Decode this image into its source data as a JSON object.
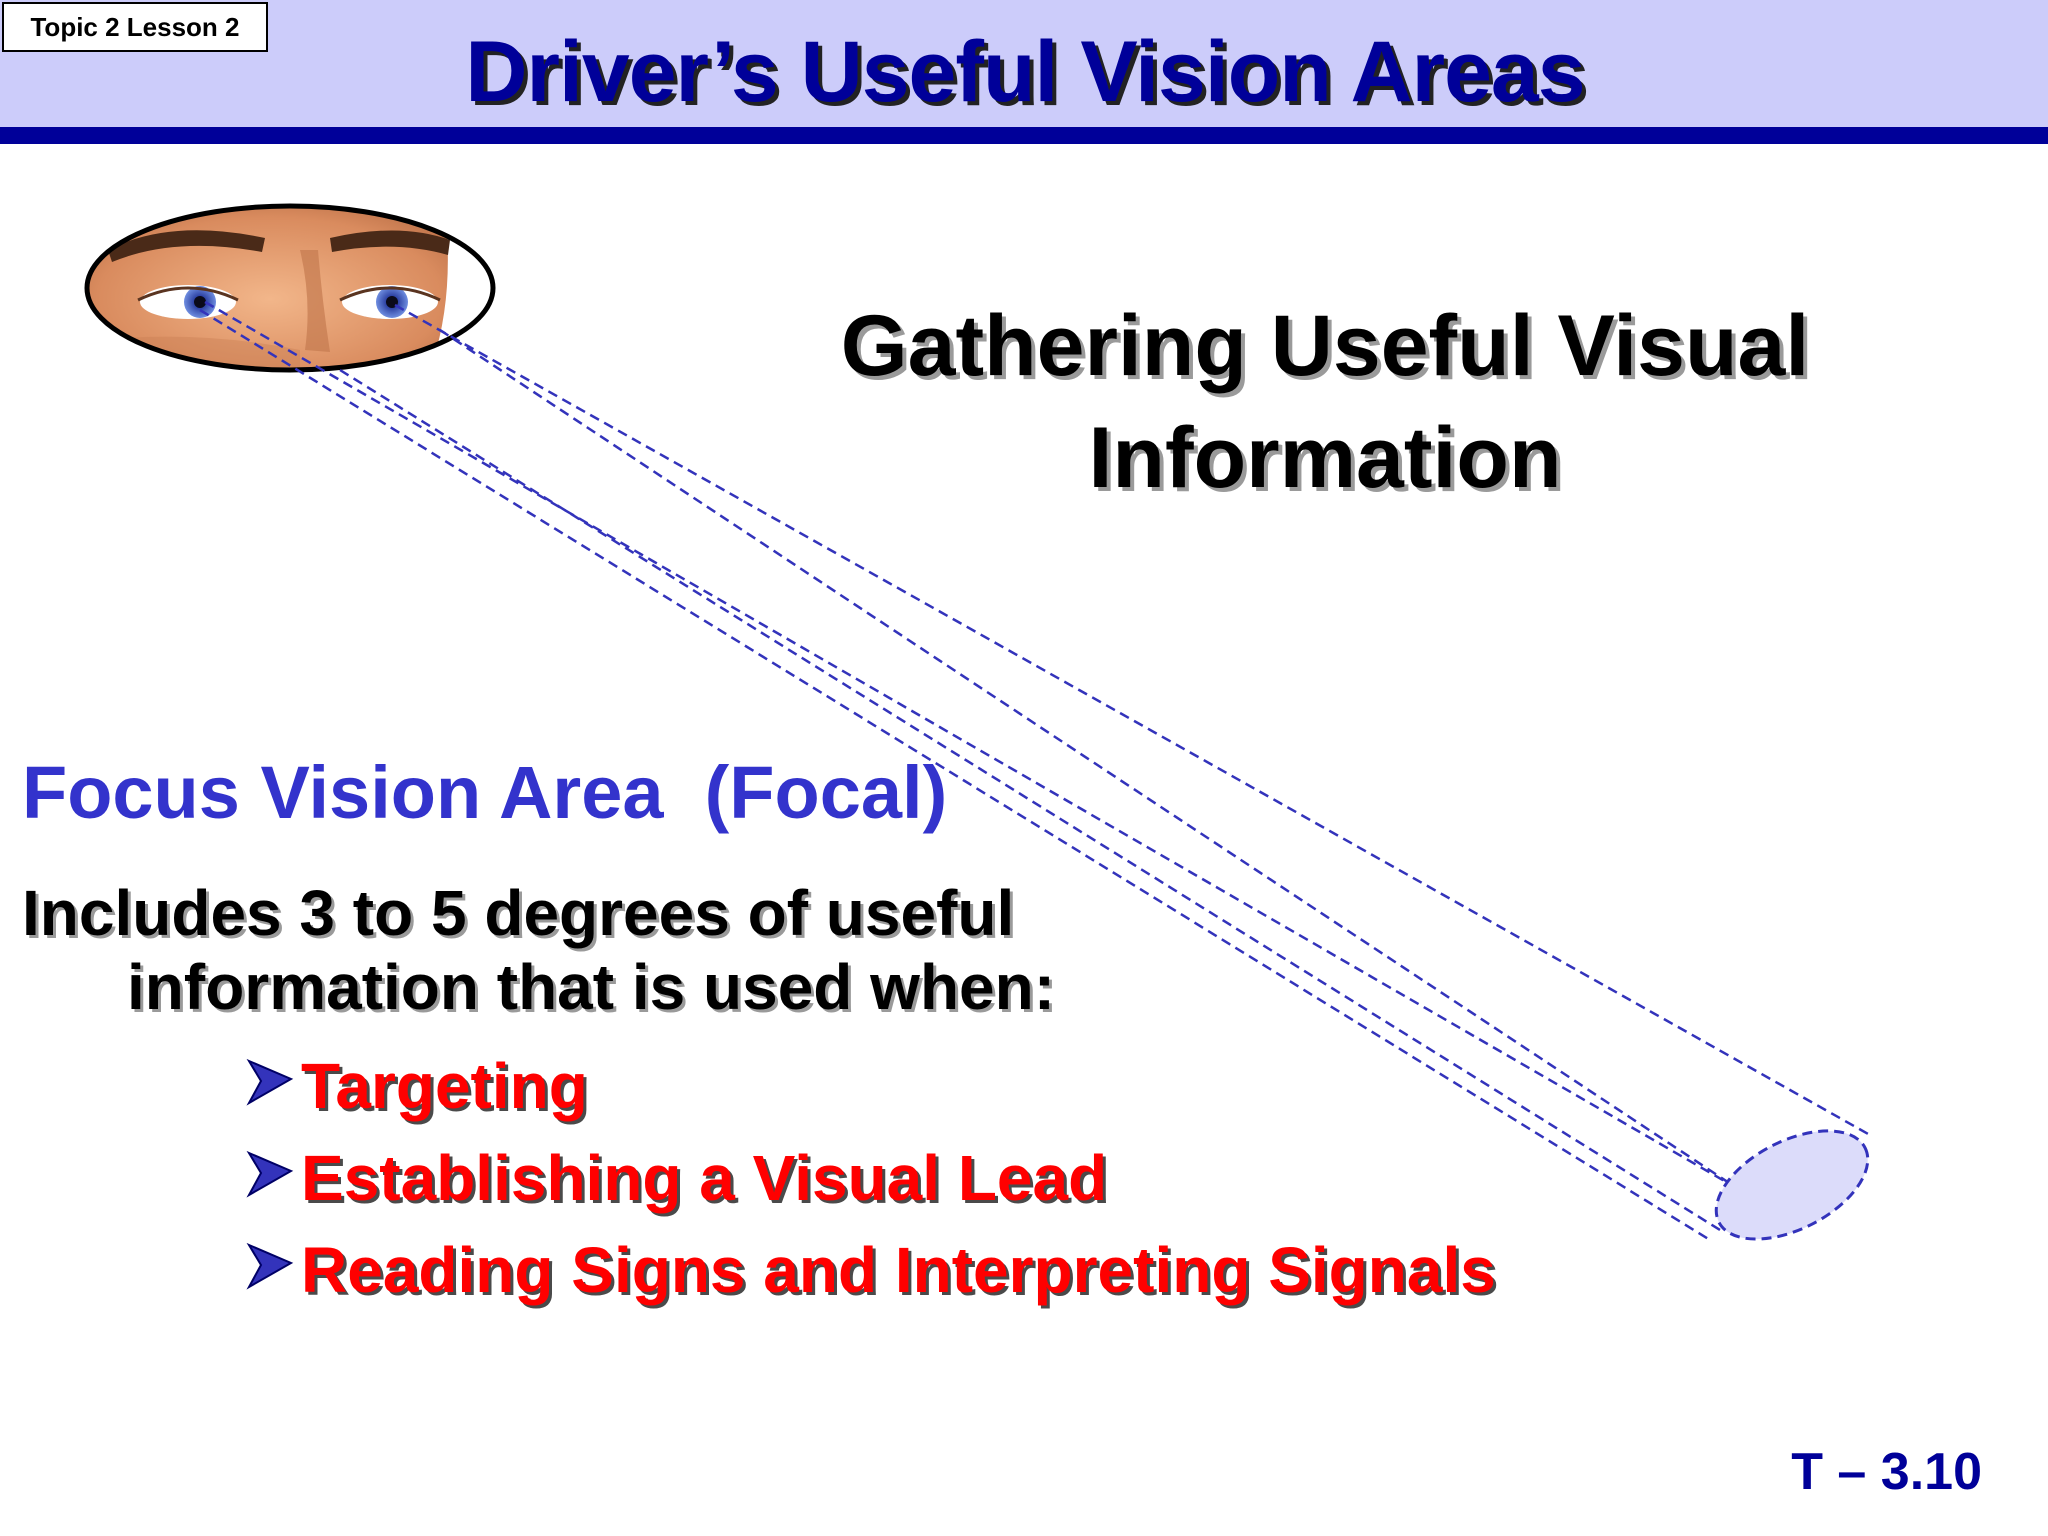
{
  "topic_label": "Topic 2 Lesson 2",
  "title": "Driver’s Useful Vision Areas",
  "heading": {
    "line1": "Gathering Useful Visual",
    "line2": "Information"
  },
  "focus_area": {
    "title": "Focus Vision Area  (Focal)",
    "description_line1": "Includes 3 to 5 degrees of useful",
    "description_line2": "information that is used when:",
    "bullets": [
      "Targeting",
      "Establishing a Visual Lead",
      "Reading Signs and Interpreting Signals"
    ]
  },
  "page_number": "T – 3.10",
  "colors": {
    "header_band": "#ccccfa",
    "header_rule": "#000099",
    "title": "#000099",
    "focus_title": "#3333cc",
    "bullets": "#ff0000",
    "sight_lines": "#3333bb"
  },
  "icons": {
    "eyes_illustration": "driver-eyes-icon",
    "bullet": "arrowhead-bullet-icon"
  }
}
